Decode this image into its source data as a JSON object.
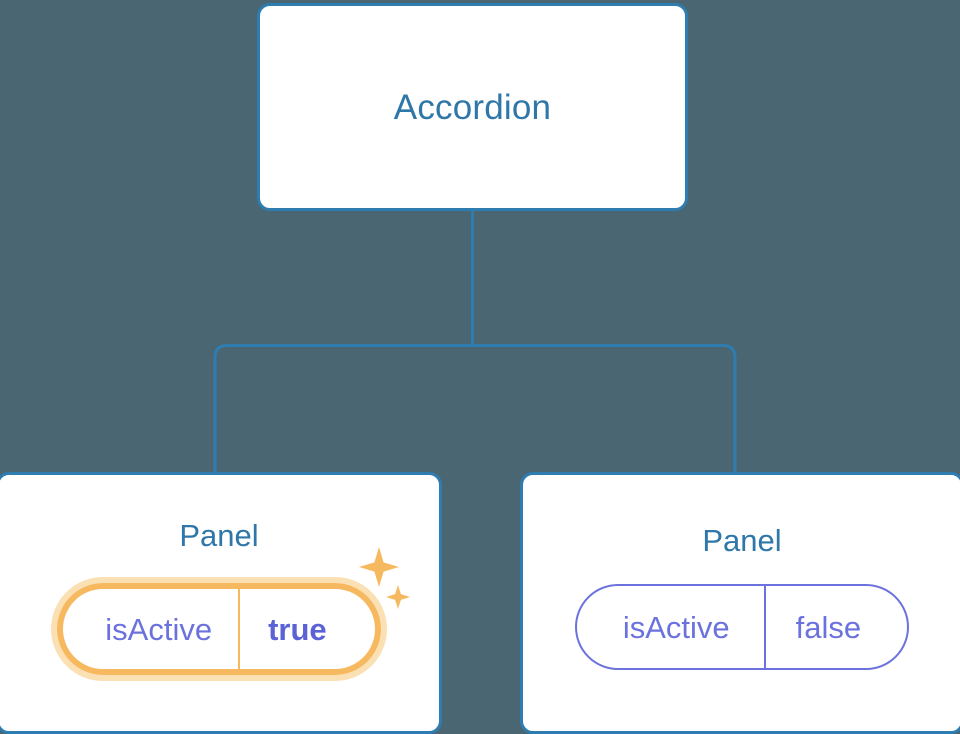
{
  "background_color": "#4a6672",
  "theme": {
    "card_border": "#2f7cb0",
    "card_fill": "#ffffff",
    "node_text": "#2e77a8",
    "connector": "#2f7cb0",
    "prop_text": "#6b72dd",
    "prop_value_active": "#5a62d6",
    "highlight_ring": "#f7b95f",
    "highlight_glow": "#fbe0b4",
    "sparkle": "#f7b95f"
  },
  "tree": {
    "root": {
      "title": "Accordion"
    },
    "children": [
      {
        "title": "Panel",
        "highlighted": true,
        "prop": {
          "key": "isActive",
          "value": "true"
        },
        "sparkle_icons": [
          "sparkle-large-icon",
          "sparkle-small-icon"
        ]
      },
      {
        "title": "Panel",
        "highlighted": false,
        "prop": {
          "key": "isActive",
          "value": "false"
        }
      }
    ]
  }
}
